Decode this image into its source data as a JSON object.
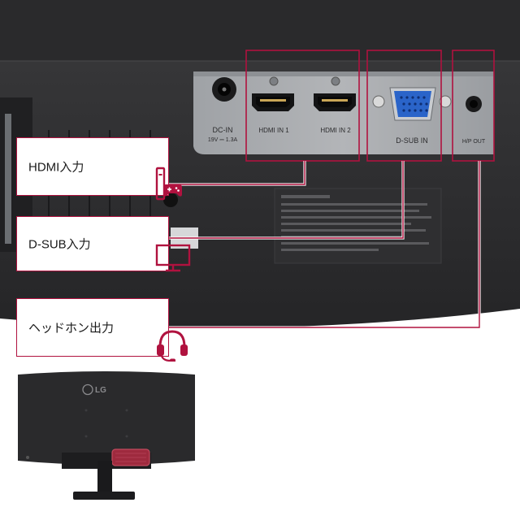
{
  "callouts": {
    "hdmi": {
      "label": "HDMI入力"
    },
    "dsub": {
      "label": "D-SUB入力"
    },
    "headphone": {
      "label": "ヘッドホン出力"
    }
  },
  "panel_text": {
    "dc_in": "DC-IN",
    "dc_in_rating": "19V ⎓ 1.3A",
    "hdmi1": "HDMI IN 1",
    "hdmi2": "HDMI IN 2",
    "dsub": "D-SUB IN",
    "hp": "H/P OUT"
  },
  "brand": "LG",
  "colors": {
    "accent": "#b0123f",
    "housing_dark": "#2b2b2d",
    "panel_gray": "#a9abae"
  },
  "icons": [
    "game-console-icon",
    "monitor-icon",
    "headset-icon"
  ]
}
